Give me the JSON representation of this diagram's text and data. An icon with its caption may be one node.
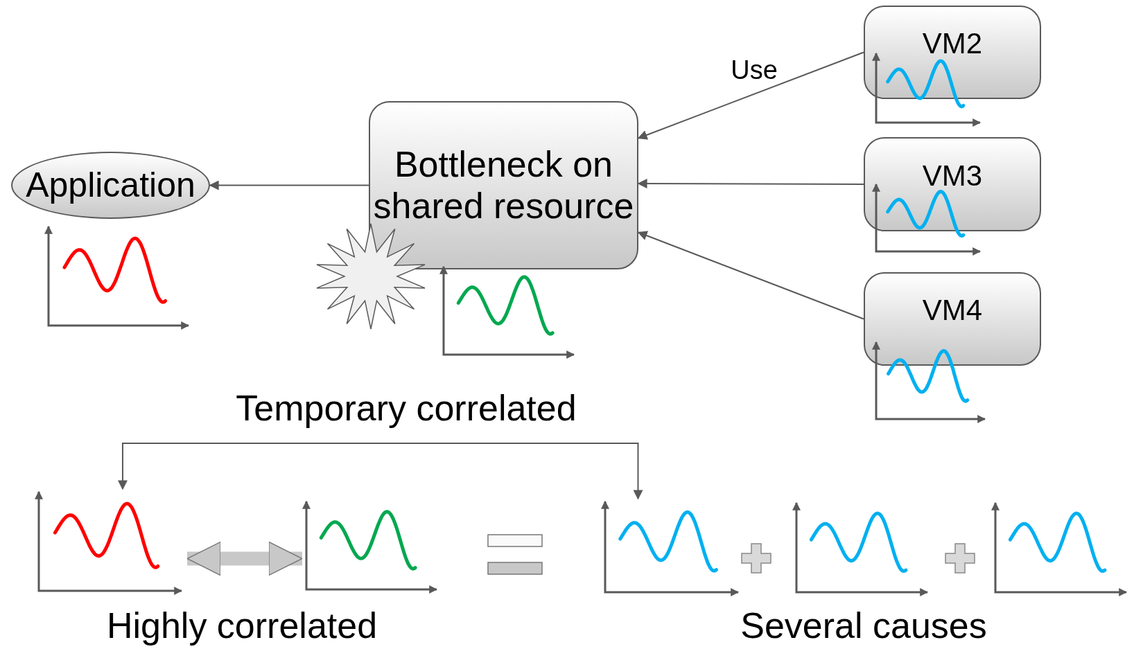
{
  "diagram": {
    "nodes": [
      {
        "text": [
          "Application"
        ]
      },
      {
        "text": [
          "Bottleneck on shared resource"
        ]
      },
      {
        "text": [
          "VM2"
        ]
      },
      {
        "text": [
          "VM3"
        ]
      },
      {
        "text": [
          "VM4"
        ]
      },
      {
        "text": [],
        "shape": "picture"
      },
      {
        "text": [],
        "shape": "picture"
      },
      {
        "text": [],
        "shape": "picture"
      },
      {
        "text": [],
        "shape": "picture"
      },
      {
        "text": [],
        "shape": "picture"
      }
    ],
    "edges": [
      {
        "from": 1,
        "to": 0,
        "arrow": "to"
      },
      {
        "from": 2,
        "to": 1,
        "arrow": "to",
        "label": "Use"
      },
      {
        "from": 3,
        "to": 1,
        "arrow": "to"
      },
      {
        "from": 4,
        "to": 1,
        "arrow": "to"
      },
      {
        "from": 5,
        "to": 7,
        "arrow": "both",
        "label": "Temporary correlated"
      },
      {
        "from": 5,
        "to": 6,
        "arrow": "both",
        "style": "thick",
        "color": "#c8c8c8"
      }
    ],
    "labels": [
      "Highly correlated",
      "Several causes"
    ]
  }
}
